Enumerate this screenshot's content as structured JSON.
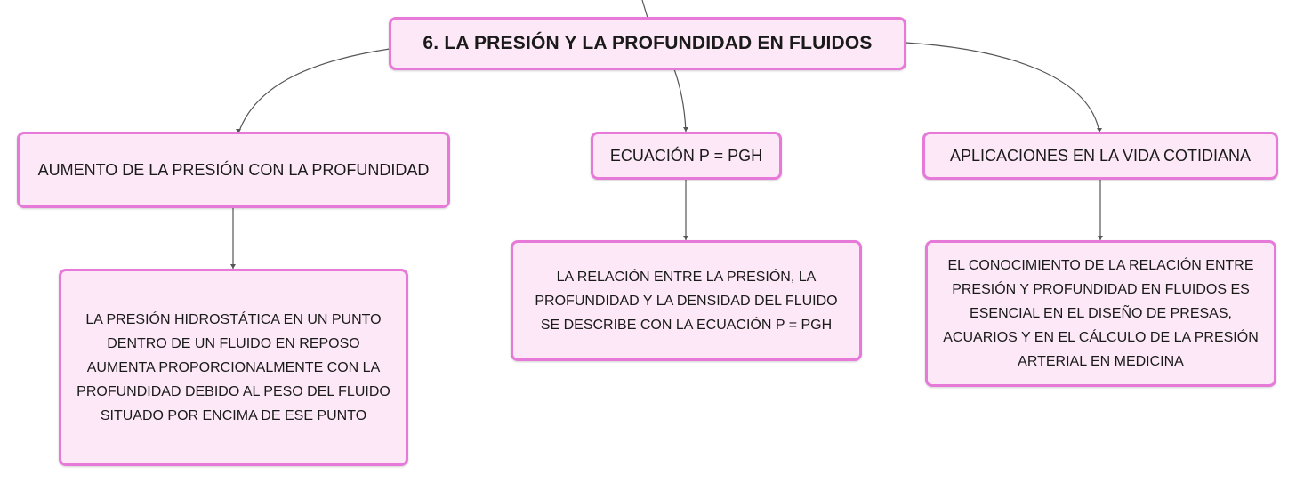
{
  "root": {
    "title": "6. LA PRESIÓN Y LA PROFUNDIDAD EN FLUIDOS"
  },
  "topics": [
    {
      "title": "AUMENTO DE LA PRESIÓN CON LA PROFUNDIDAD",
      "detail_lines": [
        "LA PRESIÓN HIDROSTÁTICA EN UN PUNTO",
        "DENTRO DE UN FLUIDO EN REPOSO",
        "AUMENTA PROPORCIONALMENTE CON LA",
        "PROFUNDIDAD DEBIDO AL PESO DEL FLUIDO",
        "SITUADO POR ENCIMA DE ESE PUNTO"
      ]
    },
    {
      "title": "ECUACIÓN P = ΡGH",
      "detail_lines": [
        "LA RELACIÓN ENTRE LA PRESIÓN, LA",
        "PROFUNDIDAD Y LA DENSIDAD DEL FLUIDO",
        "SE DESCRIBE CON LA ECUACIÓN P = ΡGH"
      ]
    },
    {
      "title": "APLICACIONES EN LA VIDA COTIDIANA",
      "detail_lines": [
        "EL CONOCIMIENTO DE LA RELACIÓN ENTRE",
        "PRESIÓN Y PROFUNDIDAD EN FLUIDOS ES",
        "ESENCIAL EN EL DISEÑO DE PRESAS,",
        "ACUARIOS Y EN EL CÁLCULO DE LA PRESIÓN",
        "ARTERIAL EN MEDICINA"
      ]
    }
  ],
  "colors": {
    "node_fill": "#fce8f7",
    "node_border": "#e77ad9",
    "connector": "#555555"
  }
}
